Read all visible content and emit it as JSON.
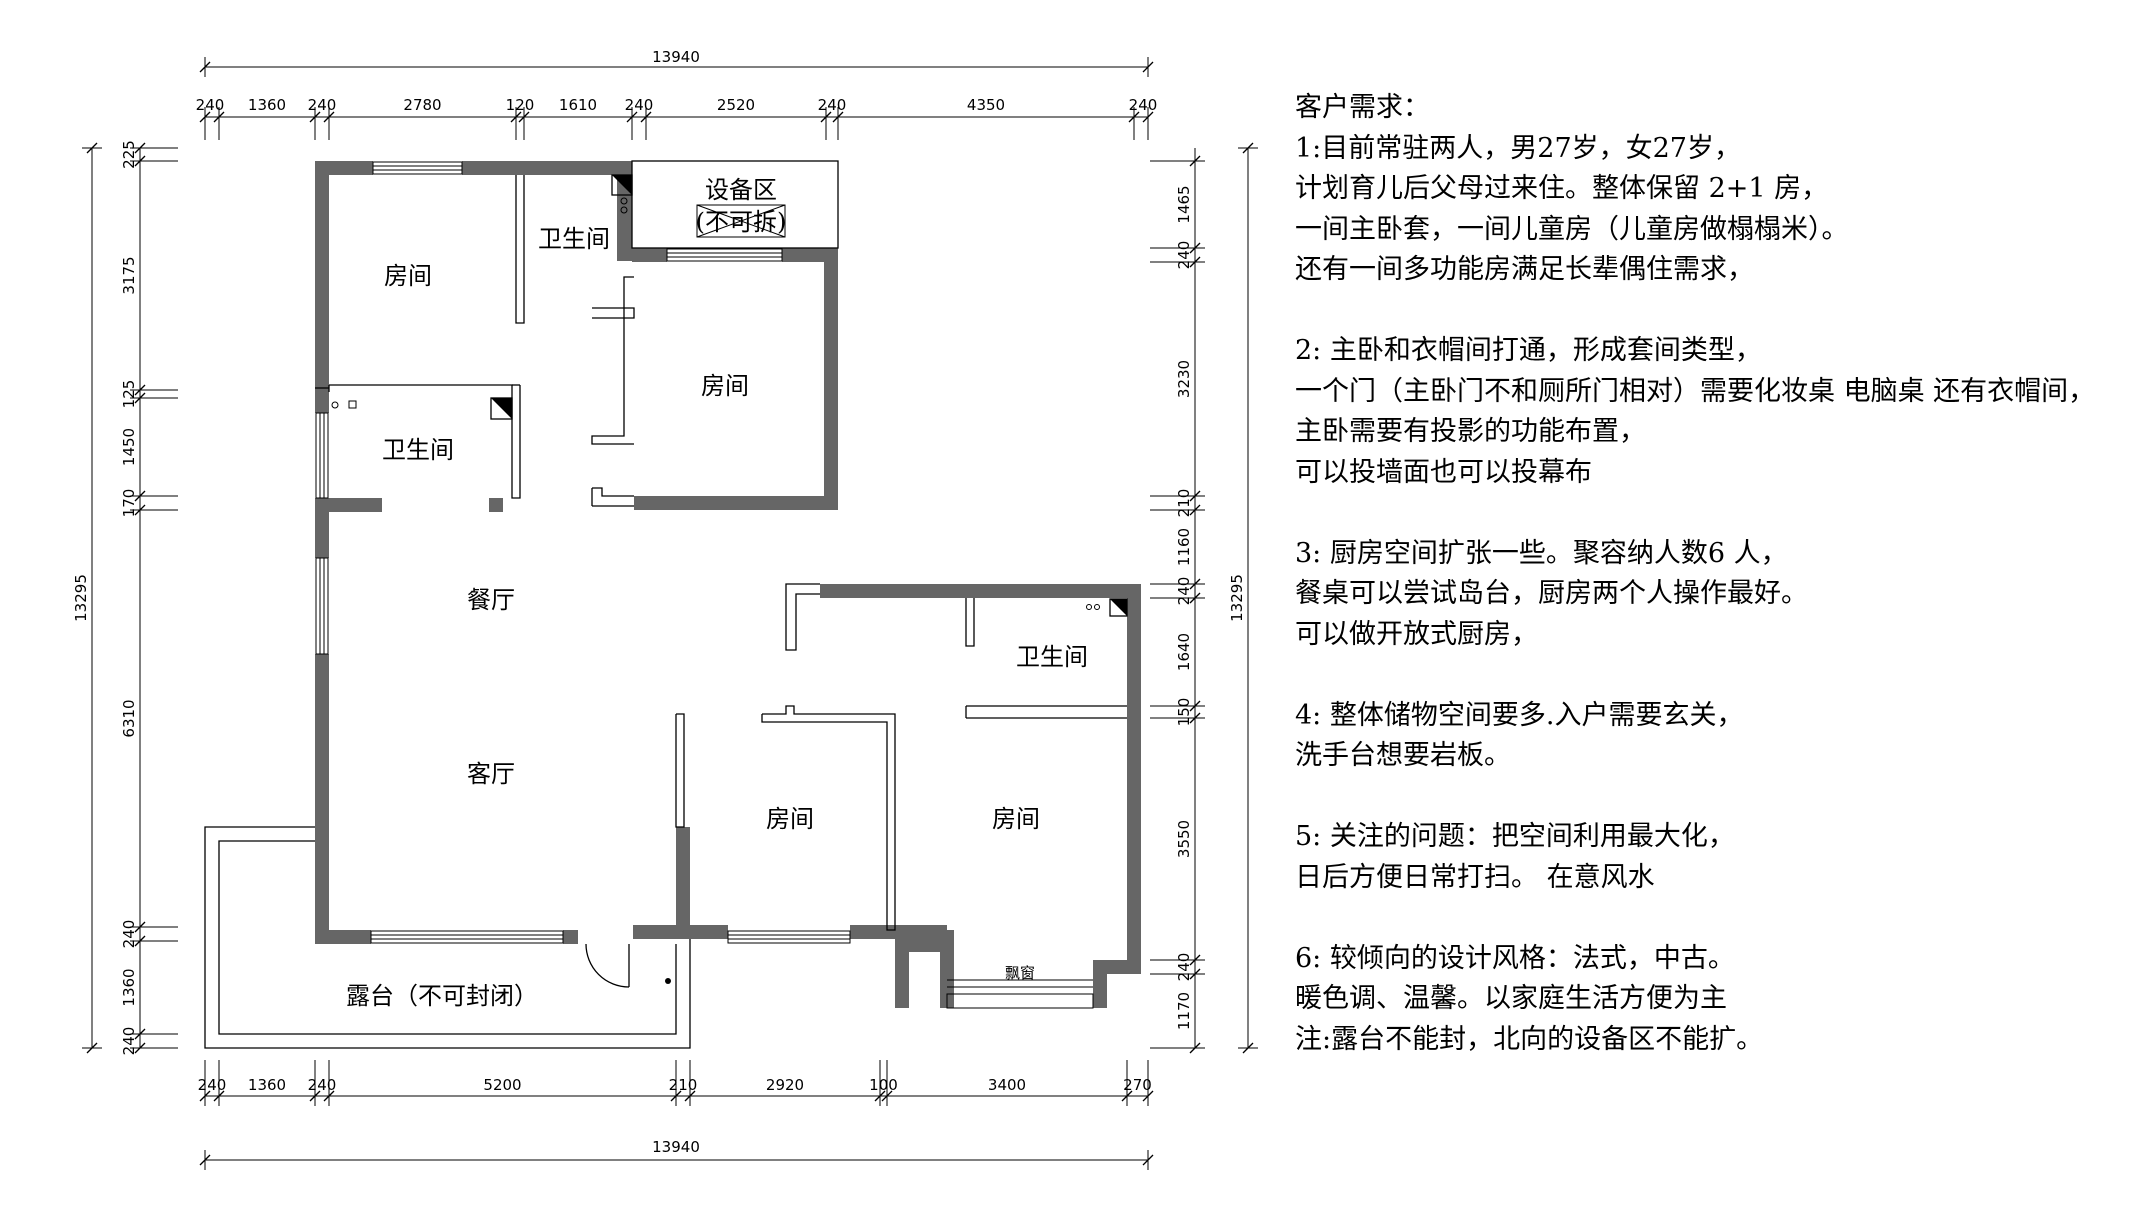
{
  "rooms": {
    "room_nw": "房间",
    "bath_n": "卫生间",
    "equip": "设备区",
    "equip_note": "(不可拆)",
    "room_ne": "房间",
    "bath_w": "卫生间",
    "dining": "餐厅",
    "living": "客厅",
    "bath_e": "卫生间",
    "room_s1": "房间",
    "room_s2": "房间",
    "bay": "飘窗",
    "terrace": "露台（不可封闭）"
  },
  "dims": {
    "top_total": "13940",
    "top": [
      "240",
      "1360",
      "240",
      "2780",
      "120",
      "1610",
      "240",
      "2520",
      "240",
      "4350",
      "240"
    ],
    "bottom": [
      "240",
      "1360",
      "240",
      "5200",
      "210",
      "2920",
      "100",
      "3400",
      "270"
    ],
    "bottom_total": "13940",
    "left_total": "13295",
    "left": [
      "225",
      "3175",
      "125",
      "1450",
      "170",
      "6310",
      "240",
      "1360",
      "240"
    ],
    "right_total": "13295",
    "right": [
      "1465",
      "240",
      "3230",
      "210",
      "1160",
      "240",
      "1640",
      "150",
      "3550",
      "240",
      "1170"
    ]
  },
  "requirements": {
    "title": "客户需求：",
    "lines": [
      "1:目前常驻两人，男27岁，女27岁，",
      "计划育儿后父母过来住。整体保留 2+1 房，",
      "一间主卧套，一间儿童房（儿童房做榻榻米）。",
      "还有一间多功能房满足长辈偶住需求，",
      "",
      "2: 主卧和衣帽间打通，形成套间类型，",
      "一个门（主卧门不和厕所门相对）需要化妆桌 电脑桌 还有衣帽间，",
      "主卧需要有投影的功能布置，",
      "可以投墙面也可以投幕布",
      "",
      "3: 厨房空间扩张一些。聚容纳人数6 人，",
      "餐桌可以尝试岛台，厨房两个人操作最好。",
      "可以做开放式厨房，",
      "",
      "4: 整体储物空间要多.入户需要玄关，",
      "洗手台想要岩板。",
      "",
      "5: 关注的问题：把空间利用最大化，",
      "日后方便日常打扫。 在意风水",
      "",
      "6: 较倾向的设计风格：法式，中古。",
      "暖色调、温馨。以家庭生活方便为主",
      "注:露台不能封，北向的设备区不能扩。"
    ]
  }
}
